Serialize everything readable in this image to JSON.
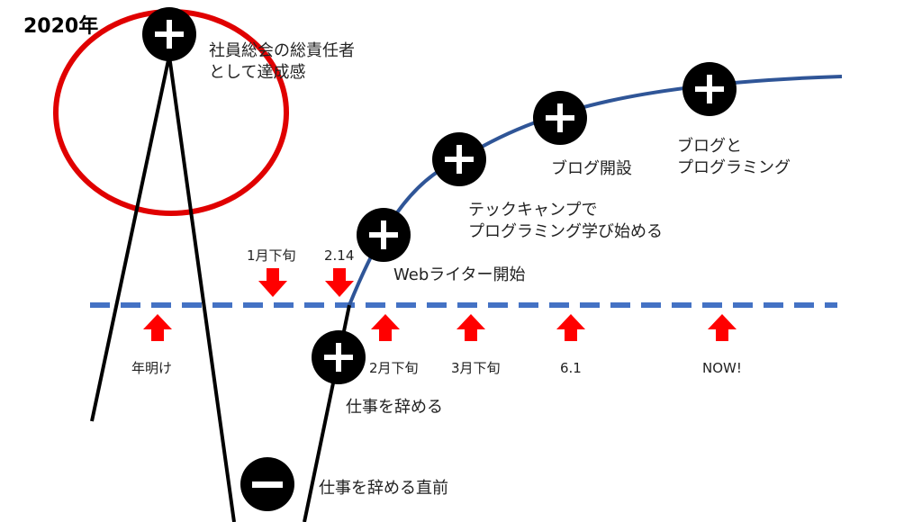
{
  "title": "2020年",
  "colors": {
    "curve": "#2f5597",
    "baseline": "#4472c4",
    "arrow": "#ff0000",
    "circle": "#e00000",
    "node": "#000000",
    "node_symbol": "#ffffff"
  },
  "events": {
    "peak": [
      "社員総会の総責任者",
      "として達成感"
    ],
    "quit_before": "仕事を辞める直前",
    "quit": "仕事を辞める",
    "web_writer": "Webライター開始",
    "tech_camp": [
      "テックキャンプで",
      "プログラミング学び始める"
    ],
    "blog_open": "ブログ開設",
    "blog_prog": [
      "ブログと",
      "プログラミング"
    ]
  },
  "timeline": {
    "new_year": "年明け",
    "jan_late": "1月下旬",
    "feb14": "2.14",
    "feb_late": "2月下旬",
    "mar_late": "3月下旬",
    "jun1": "6.1",
    "now": "NOW!"
  },
  "icons": {
    "plus": "plus-icon",
    "minus": "minus-icon",
    "arrow_up": "arrow-up-icon",
    "arrow_down": "arrow-down-icon"
  }
}
